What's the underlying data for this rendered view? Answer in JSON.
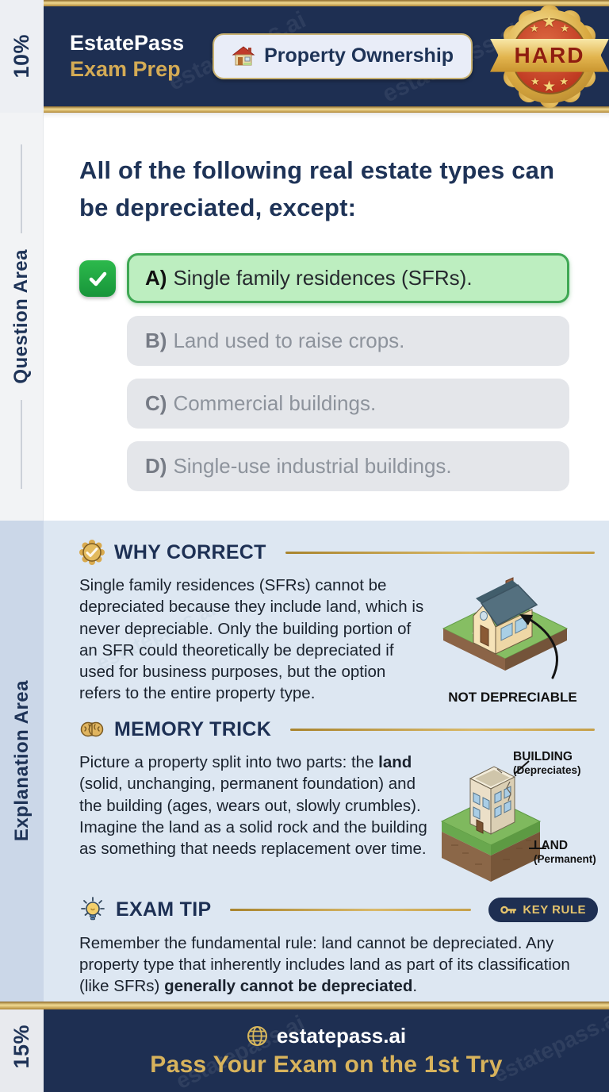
{
  "colors": {
    "navy": "#1e2f52",
    "gold": "#d4ab55",
    "correct_green": "#22a93e",
    "correct_bg": "#bdeec0",
    "explanation_bg": "#dde7f2"
  },
  "watermark": "estatepass.ai",
  "sidebar": {
    "top_percent": "10%",
    "question_label": "Question Area",
    "explanation_label": "Explanation Area",
    "bottom_percent": "15%"
  },
  "header": {
    "brand_line1": "EstatePass",
    "brand_line2": "Exam Prep",
    "category": "Property Ownership",
    "difficulty": "HARD"
  },
  "question": {
    "text": "All of the following real estate types can be depreciated, except:"
  },
  "options": [
    {
      "letter": "A)",
      "text": "Single family residences (SFRs).",
      "state": "correct"
    },
    {
      "letter": "B)",
      "text": "Land used to raise crops.",
      "state": "default"
    },
    {
      "letter": "C)",
      "text": "Commercial buildings.",
      "state": "default"
    },
    {
      "letter": "D)",
      "text": "Single-use industrial buildings.",
      "state": "default"
    }
  ],
  "explanation": {
    "why_correct": {
      "heading": "WHY CORRECT",
      "body": "Single family residences (SFRs) cannot be depreciated because they include land, which is never depreciable. Only the building portion of an SFR could theoretically be depreciated if used for business purposes, but the option refers to the entire property type.",
      "caption": "NOT DEPRECIABLE"
    },
    "memory_trick": {
      "heading": "MEMORY TRICK",
      "body_pre": "Picture a property split into two parts: the ",
      "body_bold": "land",
      "body_post": " (solid, unchanging, permanent foundation) and the building (ages, wears out, slowly crumbles). Imagine the land as a solid rock and the building as something that needs replacement over time.",
      "building_label": "BUILDING",
      "building_sub": "(Depreciates)",
      "land_label": "LAND",
      "land_sub": "(Permanent)"
    },
    "exam_tip": {
      "heading": "EXAM TIP",
      "badge": "KEY RULE",
      "body_pre": "Remember the fundamental rule: land cannot be depreciated. Any property type that inherently includes land as part of its classification (like SFRs) ",
      "body_bold": "generally cannot be depreciated",
      "body_post": "."
    }
  },
  "footer": {
    "site": "estatepass.ai",
    "tagline": "Pass Your Exam on the 1st Try"
  }
}
